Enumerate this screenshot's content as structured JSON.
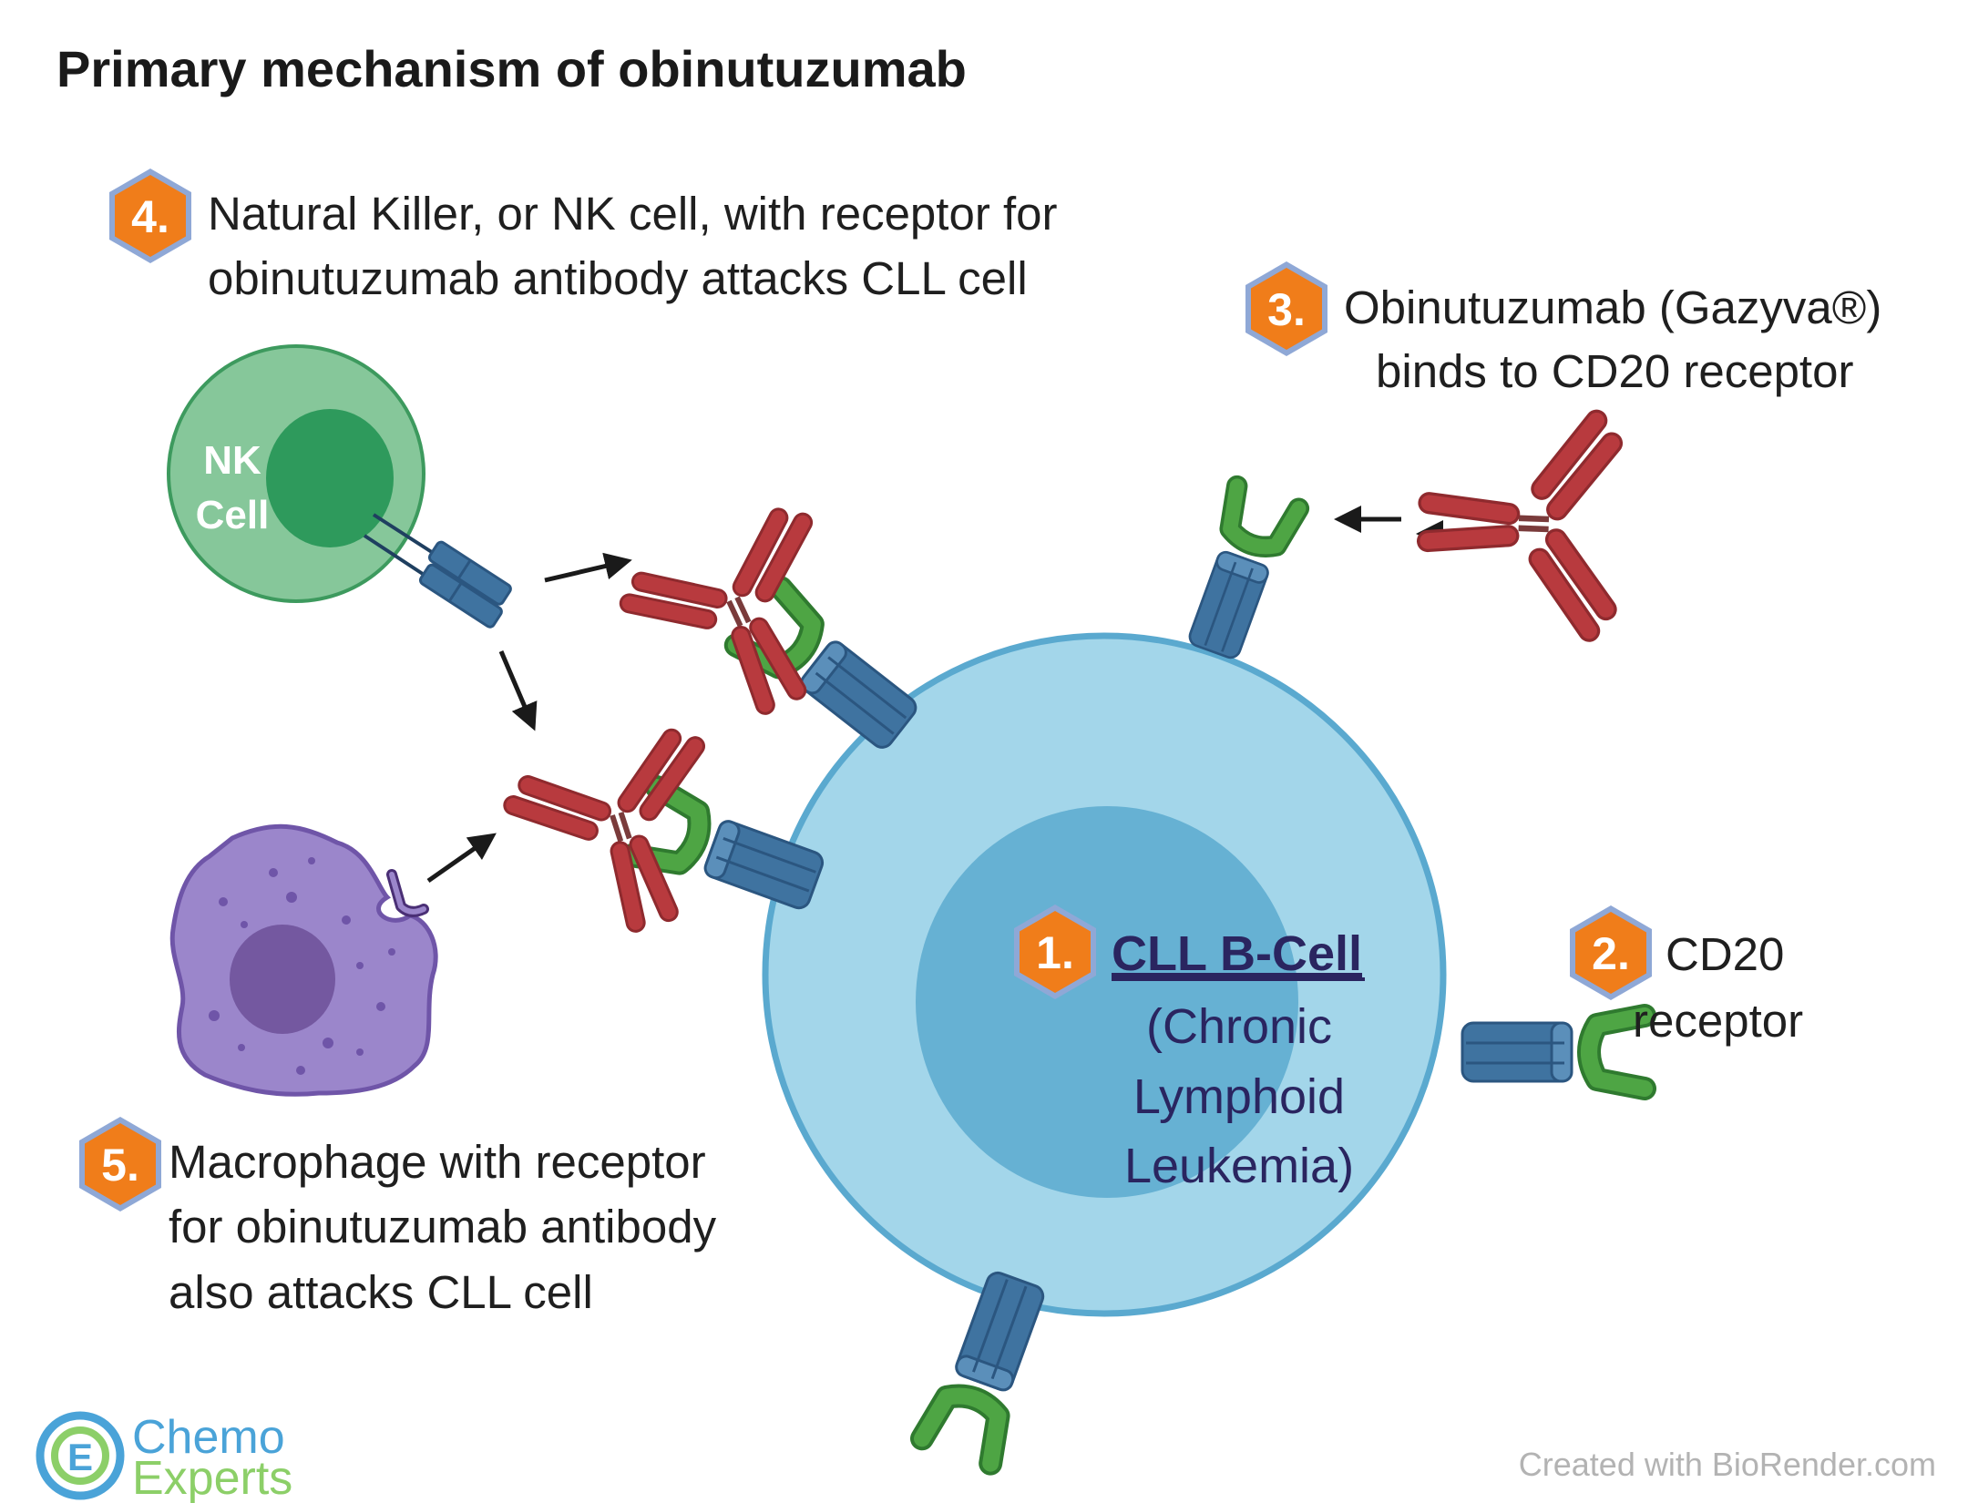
{
  "title": "Primary mechanism of obinutuzumab",
  "steps": {
    "s1": {
      "num": "1.",
      "title": "CLL B-Cell",
      "lines": [
        "(Chronic",
        "Lymphoid",
        "Leukemia)"
      ]
    },
    "s2": {
      "num": "2.",
      "lines": [
        "CD20",
        "receptor"
      ]
    },
    "s3": {
      "num": "3.",
      "lines": [
        "Obinutuzumab (Gazyva®)",
        "binds to CD20 receptor"
      ]
    },
    "s4": {
      "num": "4.",
      "lines": [
        "Natural Killer, or NK cell, with receptor for",
        "obinutuzumab antibody attacks CLL cell"
      ]
    },
    "s5": {
      "num": "5.",
      "lines": [
        "Macrophage with receptor",
        "for obinutuzumab antibody",
        "also attacks CLL cell"
      ]
    }
  },
  "nk_label": [
    "NK",
    "Cell"
  ],
  "logo": {
    "line1": "Chemo",
    "line2": "Experts"
  },
  "credit": "Created with BioRender.com",
  "colors": {
    "badge": "#f07d1a",
    "badge_border": "#8fa8d6",
    "cll_outer": "#a3d6ea",
    "cll_nucleus": "#66b1d3",
    "receptor_blue": "#3f73a0",
    "receptor_green": "#4ea544",
    "antibody_red": "#b83a3e",
    "nk_outer": "#86c79a",
    "nk_nucleus": "#2e9a5c",
    "macrophage": "#9b86cb",
    "macrophage_nucleus": "#7458a0"
  }
}
